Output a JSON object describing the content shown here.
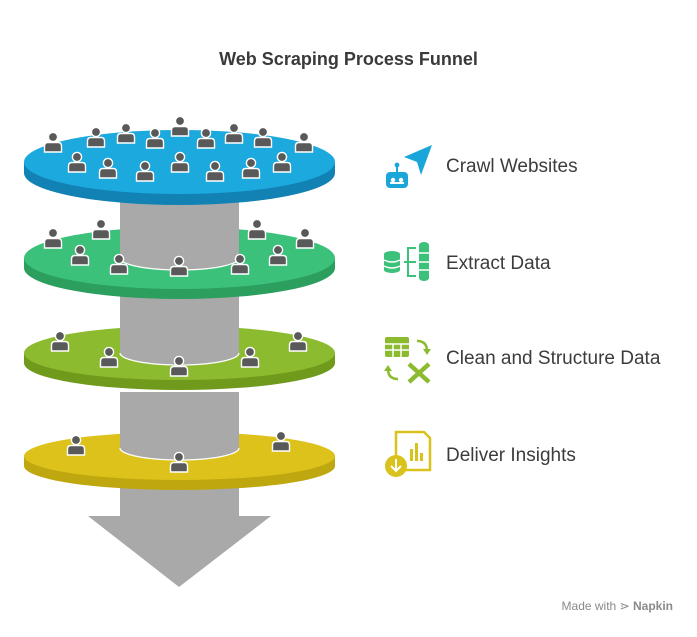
{
  "title": "Web Scraping Process Funnel",
  "stages": [
    {
      "label": "Crawl Websites",
      "icon": "robot-cursor-icon",
      "color": "#1aa6d9"
    },
    {
      "label": "Extract Data",
      "icon": "database-extract-icon",
      "color": "#3cc17b"
    },
    {
      "label": "Clean and Structure Data",
      "icon": "grid-clean-icon",
      "color": "#8dbb2f"
    },
    {
      "label": "Deliver Insights",
      "icon": "report-download-icon",
      "color": "#d9c21c"
    }
  ],
  "footer": {
    "made_with": "Made with",
    "brand": "Napkin"
  },
  "colors": {
    "pipe": "#a9a9a9",
    "person": "#595959",
    "arrow": "#a9a9a9"
  }
}
